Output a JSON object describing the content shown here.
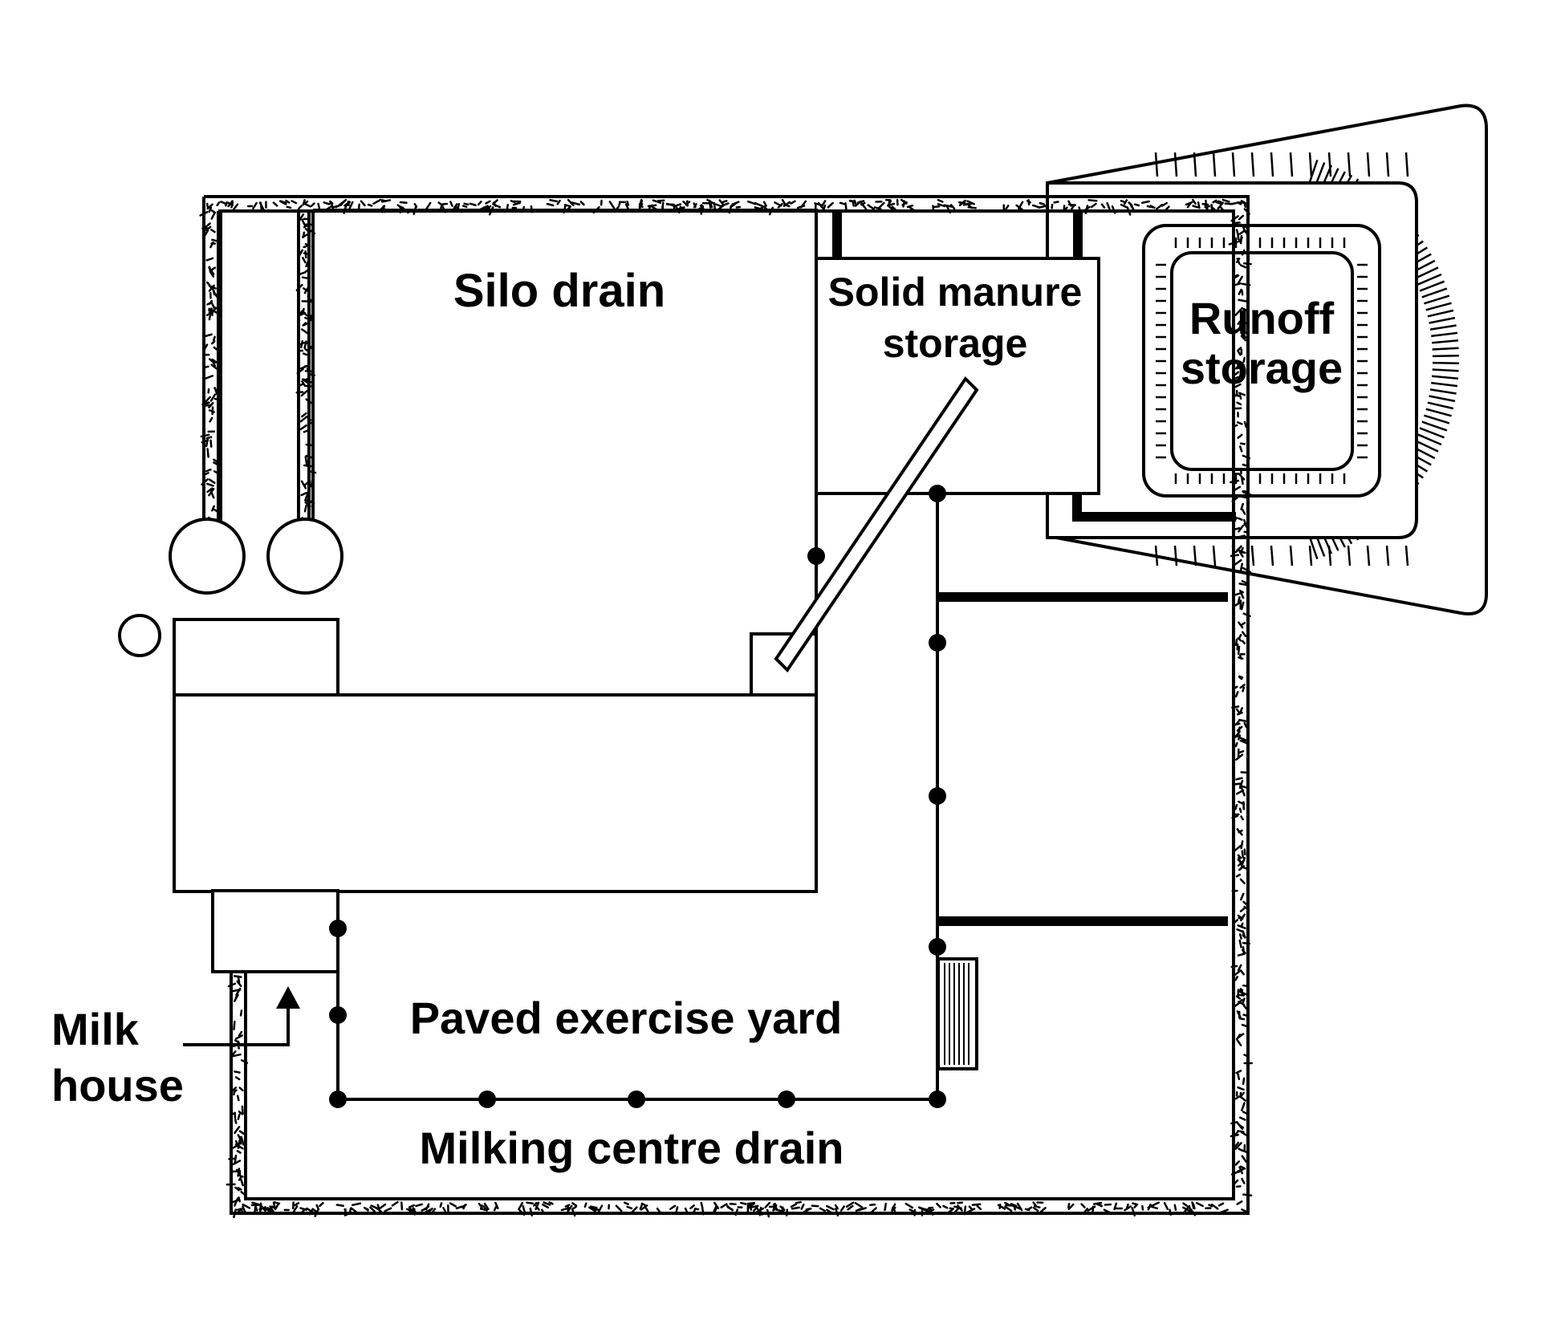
{
  "labels": {
    "silo_drain": "Silo drain",
    "solid_manure_line1": "Solid manure",
    "solid_manure_line2": "storage",
    "runoff_line1": "Runoff",
    "runoff_line2": "storage",
    "paved_yard": "Paved exercise yard",
    "milking_drain": "Milking centre drain",
    "milk_line1": "Milk",
    "milk_line2": "house"
  }
}
